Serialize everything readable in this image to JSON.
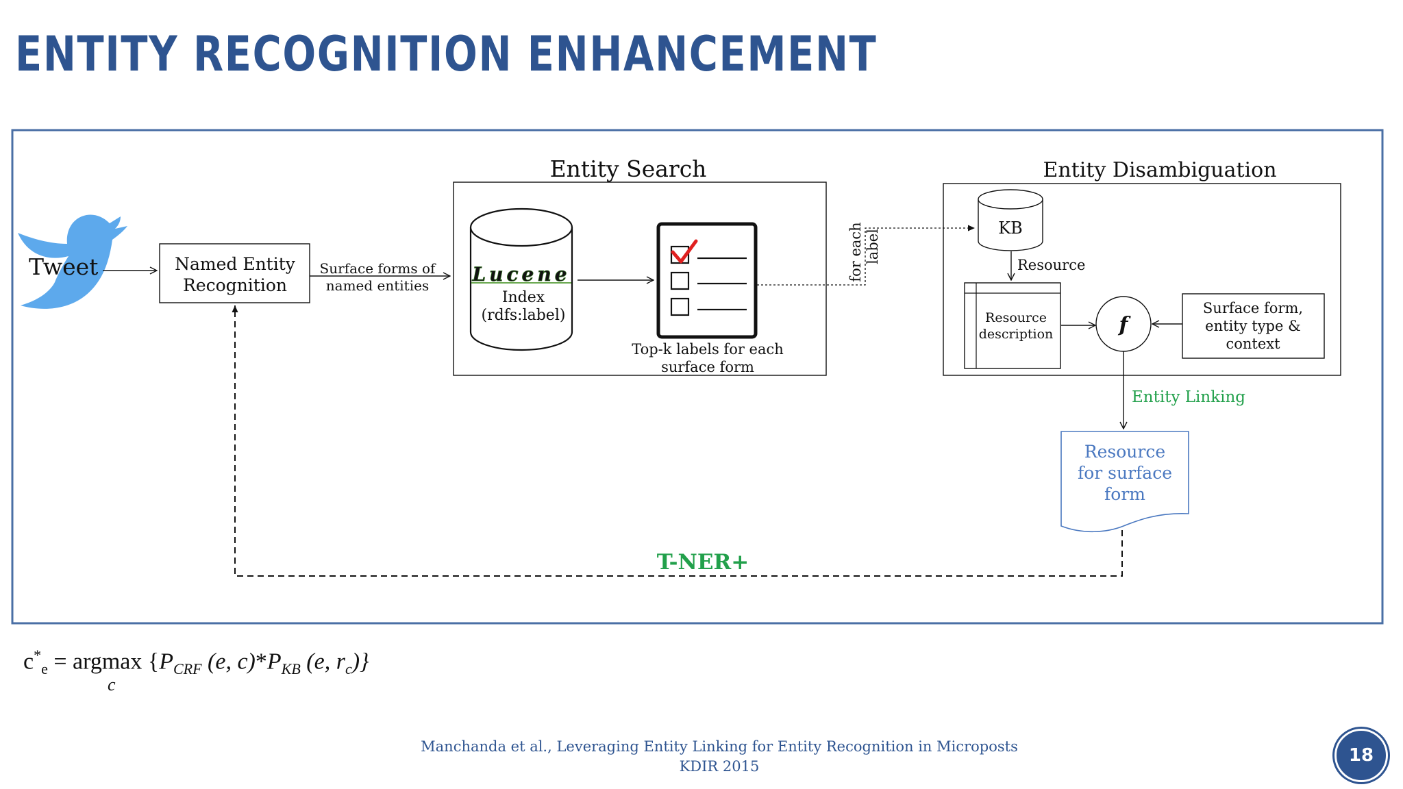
{
  "slide": {
    "title": "ENTITY RECOGNITION ENHANCEMENT",
    "page_number": "18",
    "colors": {
      "title": "#2e5490",
      "frame": "#4a6fa5",
      "accent_green": "#22a04b",
      "resource_blue": "#4a78c0",
      "twitter_blue": "#5da9ec"
    }
  },
  "diagram": {
    "tweet_label": "Tweet",
    "ner_box": {
      "line1": "Named Entity",
      "line2": "Recognition"
    },
    "surface_forms_arrow": {
      "line1": "Surface forms of",
      "line2": "named entities"
    },
    "entity_search": {
      "title": "Entity Search",
      "lucene_logo": "Lucene",
      "index_line1": "Index",
      "index_line2": "(rdfs:label)",
      "topk_line1": "Top-k labels for each",
      "topk_line2": "surface form"
    },
    "for_each_label": {
      "line1": "for each",
      "line2": "label"
    },
    "entity_disambiguation": {
      "title": "Entity Disambiguation",
      "kb_label": "KB",
      "resource_arrow_label": "Resource",
      "resource_desc_line1": "Resource",
      "resource_desc_line2": "description",
      "function_symbol": "f",
      "surface_form_line1": "Surface form,",
      "surface_form_line2": "entity type &",
      "surface_form_line3": "context"
    },
    "entity_linking_label": "Entity Linking",
    "output_doc": {
      "line1": "Resource",
      "line2": "for surface",
      "line3": "form"
    },
    "tner_label": "T-NER+"
  },
  "formula": {
    "lhs_c": "c",
    "lhs_sup": "*",
    "lhs_sub": "e",
    "equals_argmax": " = argmax ",
    "open_brace": "{",
    "p_crf": "P",
    "p_crf_sub": "CRF",
    "args1": " (e, c)",
    "star": "*",
    "p_kb": "P",
    "p_kb_sub": "KB",
    "args2_open": " (e, r",
    "args2_sub": "c",
    "args2_close": ")}",
    "argmax_under": "c"
  },
  "footer": {
    "citation": "Manchanda et al., Leveraging Entity Linking for Entity Recognition in Microposts",
    "venue": "KDIR 2015"
  }
}
